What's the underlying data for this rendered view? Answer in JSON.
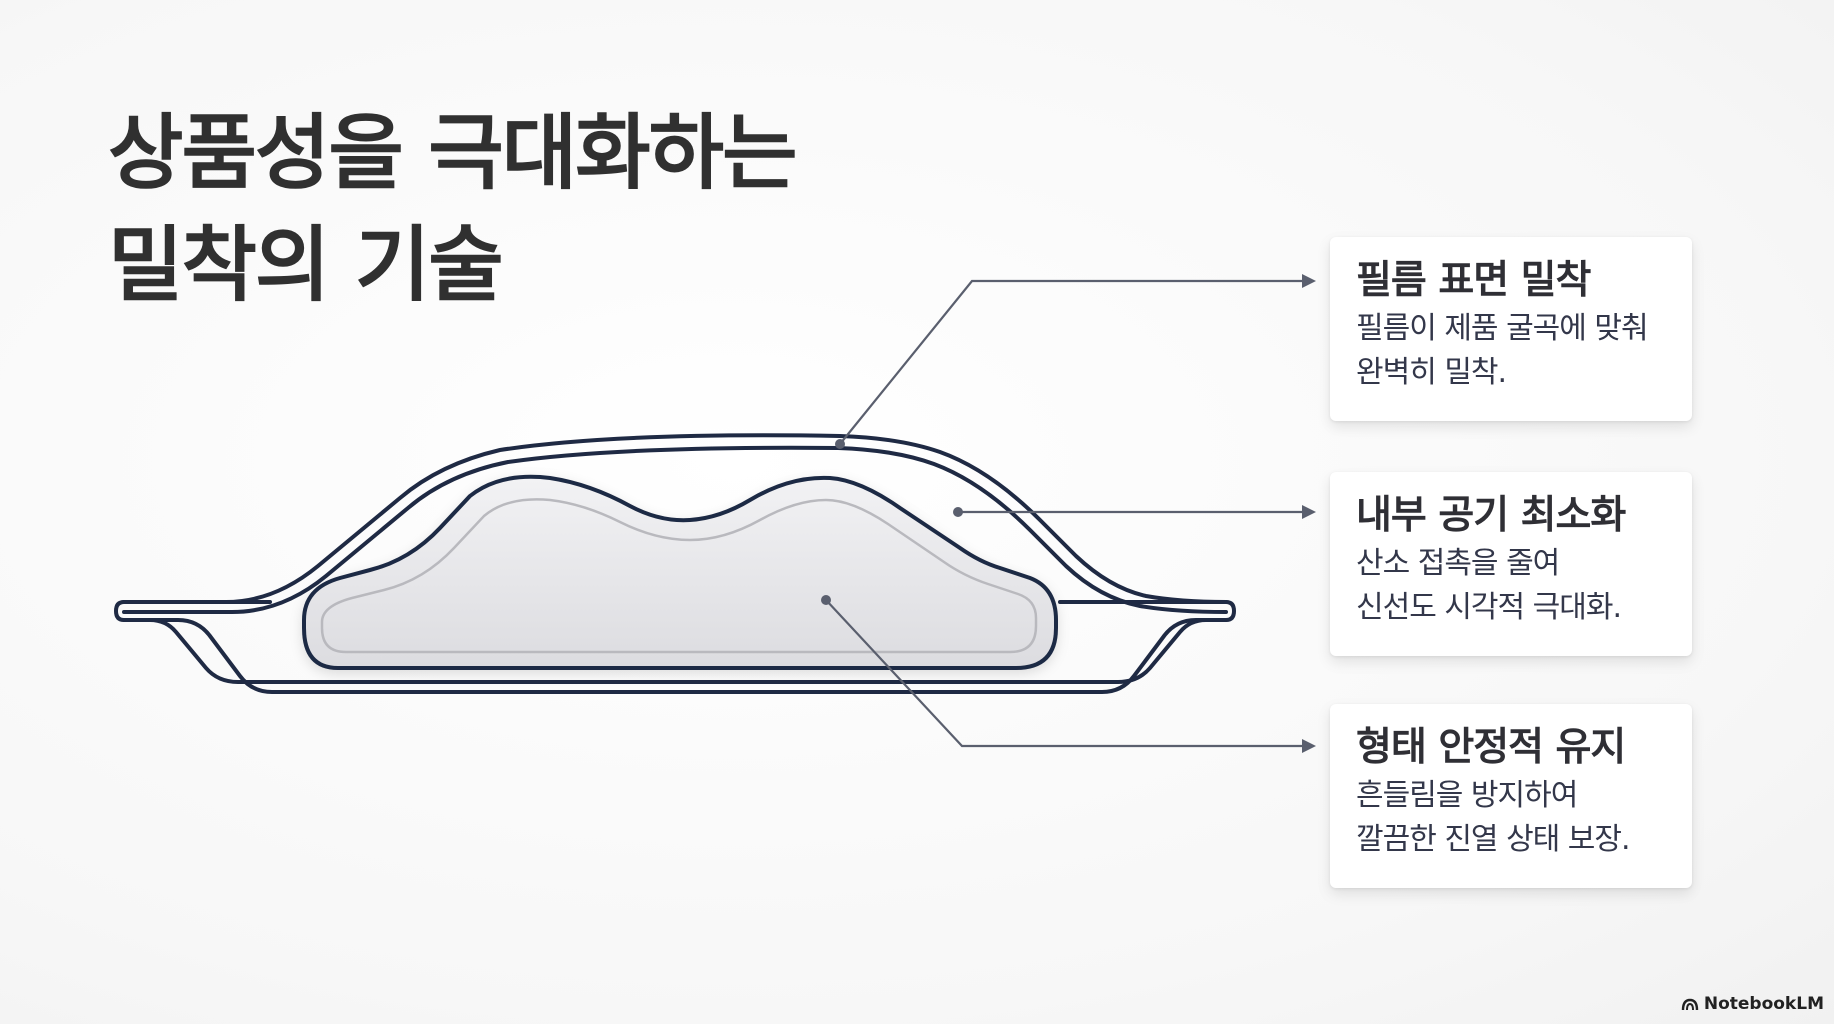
{
  "title": {
    "line1": "상품성을 극대화하는",
    "line2": "밀착의 기술"
  },
  "callouts": [
    {
      "title": "필름 표면 밀착",
      "line1": "필름이 제품 굴곡에 맞춰",
      "line2": "완벽히 밀착."
    },
    {
      "title": "내부 공기 최소화",
      "line1": "산소 접촉을 줄여",
      "line2": "신선도 시각적 극대화."
    },
    {
      "title": "형태 안정적 유지",
      "line1": "흔들림을 방지하여",
      "line2": "깔끔한 진열 상태 보장."
    }
  ],
  "brand": {
    "label": "NotebookLM",
    "icon": "notebooklm-logo-icon"
  },
  "colors": {
    "outline": "#1f2a44",
    "leader": "#5a5f6e",
    "product_fill": "#e7e7ea",
    "product_inner": "#b9b9be"
  }
}
